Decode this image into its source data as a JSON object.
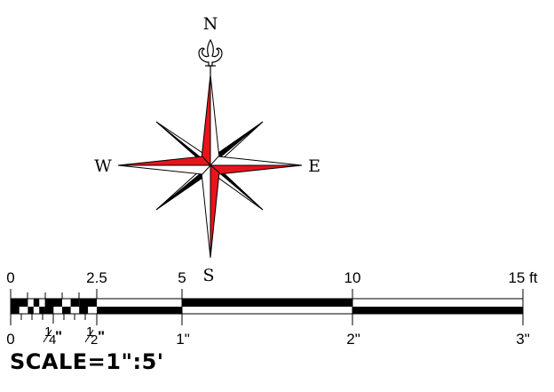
{
  "compass": {
    "north": "N",
    "south": "S",
    "east": "E",
    "west": "W",
    "colors": {
      "primary_point": "#e8141c",
      "secondary_point": "#000000",
      "outline": "#000000",
      "fill": "#ffffff"
    }
  },
  "scale_bar": {
    "top_labels": [
      "0",
      "2.5",
      "5",
      "10",
      "15 ft"
    ],
    "bottom_labels": [
      "0",
      "1/4",
      "1/2",
      "1\"",
      "2\"",
      "3\""
    ],
    "quarter_num": "1",
    "quarter_den": "4",
    "half_num": "1",
    "half_den": "2",
    "inch_mark": "\"",
    "title": "SCALE=1\":5'"
  }
}
